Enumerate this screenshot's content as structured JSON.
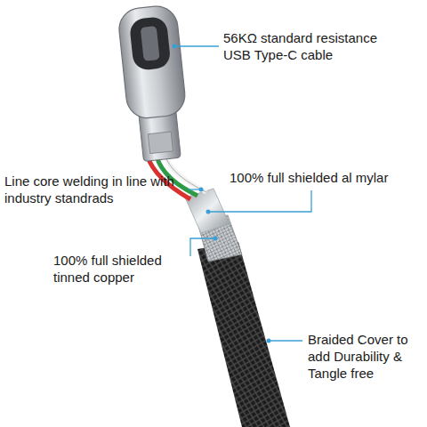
{
  "diagram": {
    "labels": [
      "56KΩ standard resistance USB Type-C cable",
      "Line core welding in line with industry standrads",
      "100% full shielded al mylar",
      "100% full shielded tinned copper",
      "Braided Cover to add Durability & Tangle free"
    ]
  }
}
